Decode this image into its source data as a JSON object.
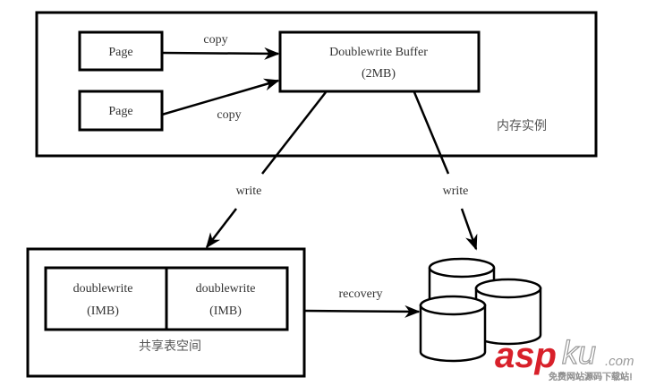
{
  "diagram": {
    "memory_instance": {
      "label": "内存实例",
      "pages": [
        {
          "label": "Page"
        },
        {
          "label": "Page"
        }
      ],
      "doublewrite_buffer": {
        "title": "Doublewrite Buffer",
        "size": "(2MB)"
      }
    },
    "shared_tablespace": {
      "label": "共享表空间",
      "segments": [
        {
          "title": "doublewrite",
          "size": "(IMB)"
        },
        {
          "title": "doublewrite",
          "size": "(IMB)"
        }
      ]
    },
    "edges": {
      "copy_top": "copy",
      "copy_bottom": "copy",
      "write_left": "write",
      "write_right": "write",
      "recovery": "recovery"
    },
    "data_files_icon": "database-cylinders-icon"
  },
  "watermark": {
    "brand_red": "asp",
    "brand_grey": "ku",
    "domain": ".com",
    "tagline": "免费网站源码下载站!",
    "accent_color": "#d8202a"
  }
}
